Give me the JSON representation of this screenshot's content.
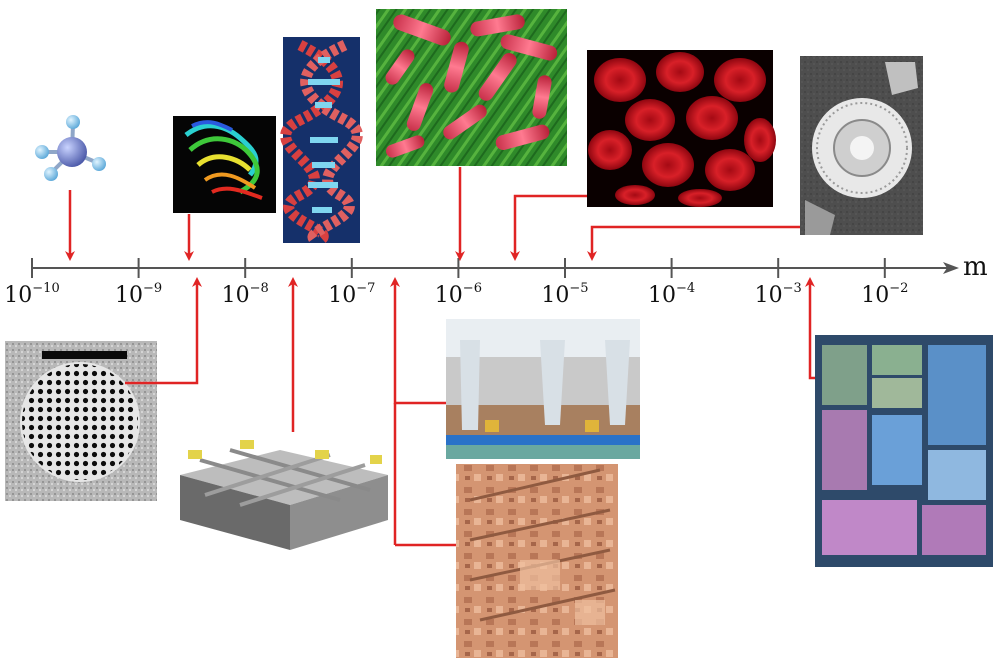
{
  "axis": {
    "unit": "m",
    "ticks": [
      {
        "base": "10",
        "exp": "−10"
      },
      {
        "base": "10",
        "exp": "−9"
      },
      {
        "base": "10",
        "exp": "−8"
      },
      {
        "base": "10",
        "exp": "−7"
      },
      {
        "base": "10",
        "exp": "−6"
      },
      {
        "base": "10",
        "exp": "−5"
      },
      {
        "base": "10",
        "exp": "−4"
      },
      {
        "base": "10",
        "exp": "−3"
      },
      {
        "base": "10",
        "exp": "−2"
      }
    ]
  },
  "colors": {
    "axis": "#555555",
    "pointer": "#e02424",
    "text": "#111111"
  },
  "images_above": [
    {
      "name": "methane-molecule-image"
    },
    {
      "name": "protein-structure-image"
    },
    {
      "name": "dna-double-helix-image"
    },
    {
      "name": "bacteria-image"
    },
    {
      "name": "red-blood-cells-image"
    },
    {
      "name": "diatom-image"
    }
  ],
  "images_below": [
    {
      "name": "nanocrystal-tem-image"
    },
    {
      "name": "crossbar-nanowire-device-image"
    },
    {
      "name": "transistor-cross-section-image"
    },
    {
      "name": "mems-microstructure-image"
    },
    {
      "name": "microprocessor-die-image"
    }
  ]
}
